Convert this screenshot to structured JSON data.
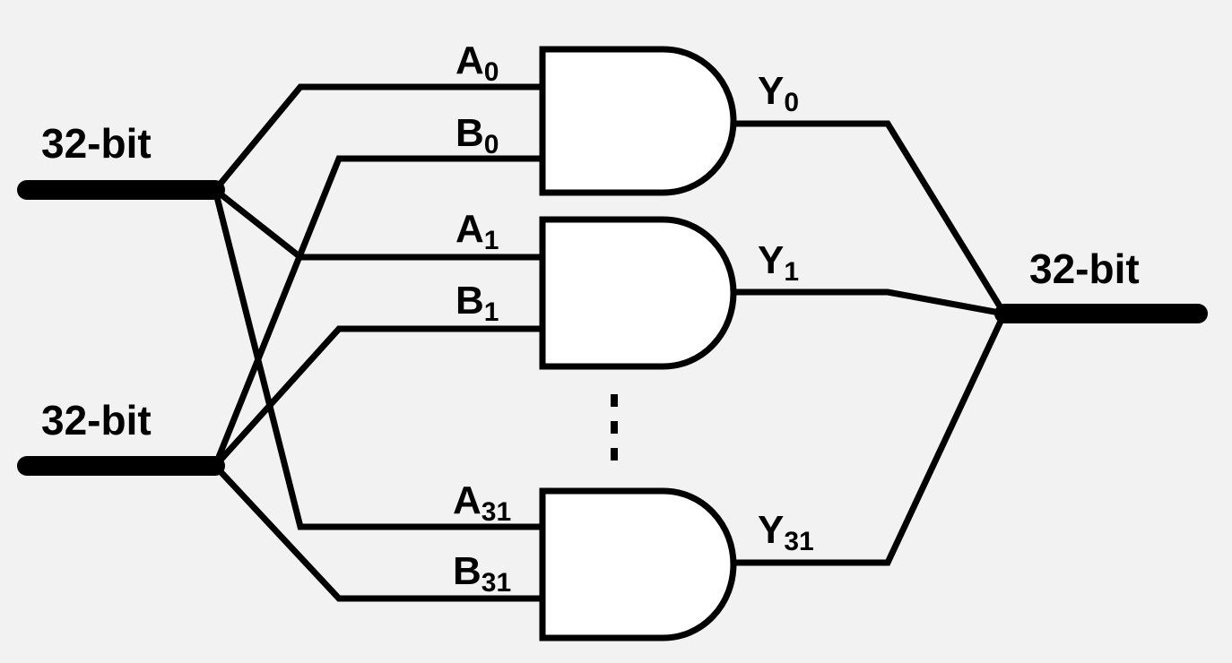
{
  "colors": {
    "background": "#f2f2f2",
    "line": "#000000",
    "gate_fill": "#ffffff"
  },
  "input_bus_a": {
    "label": "32-bit"
  },
  "input_bus_b": {
    "label": "32-bit"
  },
  "output_bus": {
    "label": "32-bit"
  },
  "gates": [
    {
      "a_letter": "A",
      "a_sub": "0",
      "b_letter": "B",
      "b_sub": "0",
      "y_letter": "Y",
      "y_sub": "0"
    },
    {
      "a_letter": "A",
      "a_sub": "1",
      "b_letter": "B",
      "b_sub": "1",
      "y_letter": "Y",
      "y_sub": "1"
    },
    {
      "a_letter": "A",
      "a_sub": "31",
      "b_letter": "B",
      "b_sub": "31",
      "y_letter": "Y",
      "y_sub": "31"
    }
  ],
  "gate_type": "AND",
  "ellipsis": "vertical-dots"
}
